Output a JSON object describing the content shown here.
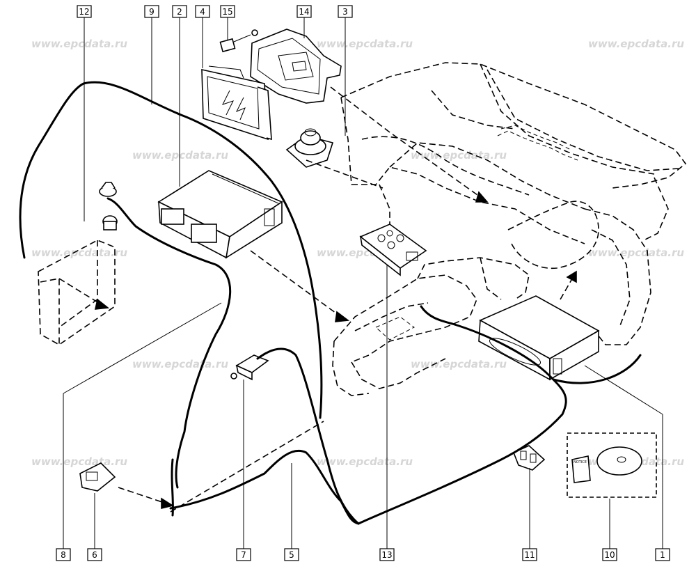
{
  "diagram": {
    "watermark": "www.epcdata.ru",
    "callouts": [
      {
        "id": "c1",
        "label": "1"
      },
      {
        "id": "c2",
        "label": "2"
      },
      {
        "id": "c3",
        "label": "3"
      },
      {
        "id": "c4",
        "label": "4"
      },
      {
        "id": "c5",
        "label": "5"
      },
      {
        "id": "c6",
        "label": "6"
      },
      {
        "id": "c7",
        "label": "7"
      },
      {
        "id": "c8",
        "label": "8"
      },
      {
        "id": "c9",
        "label": "9"
      },
      {
        "id": "c10",
        "label": "10"
      },
      {
        "id": "c11",
        "label": "11"
      },
      {
        "id": "c12",
        "label": "12"
      },
      {
        "id": "c13",
        "label": "13"
      },
      {
        "id": "c14",
        "label": "14"
      },
      {
        "id": "c15",
        "label": "15"
      }
    ],
    "manual_label": "NOTICE"
  }
}
